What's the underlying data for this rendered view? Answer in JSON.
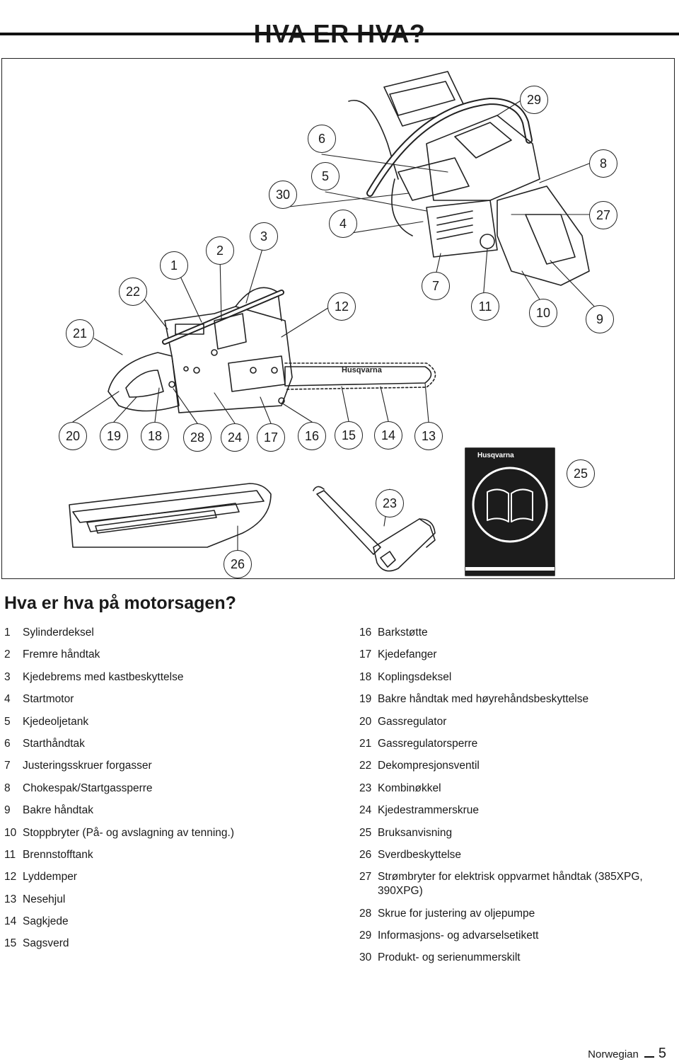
{
  "header": {
    "title": "HVA ER HVA?"
  },
  "figure": {
    "callouts": [
      {
        "id": "c29",
        "label": "29"
      },
      {
        "id": "c6",
        "label": "6"
      },
      {
        "id": "c8",
        "label": "8"
      },
      {
        "id": "c5",
        "label": "5"
      },
      {
        "id": "c30",
        "label": "30"
      },
      {
        "id": "c27",
        "label": "27"
      },
      {
        "id": "c4",
        "label": "4"
      },
      {
        "id": "c3",
        "label": "3"
      },
      {
        "id": "c2",
        "label": "2"
      },
      {
        "id": "c1",
        "label": "1"
      },
      {
        "id": "c22",
        "label": "22"
      },
      {
        "id": "c7",
        "label": "7"
      },
      {
        "id": "c12",
        "label": "12"
      },
      {
        "id": "c11",
        "label": "11"
      },
      {
        "id": "c10",
        "label": "10"
      },
      {
        "id": "c9",
        "label": "9"
      },
      {
        "id": "c21",
        "label": "21"
      },
      {
        "id": "c20",
        "label": "20"
      },
      {
        "id": "c19",
        "label": "19"
      },
      {
        "id": "c18",
        "label": "18"
      },
      {
        "id": "c28",
        "label": "28"
      },
      {
        "id": "c24",
        "label": "24"
      },
      {
        "id": "c17",
        "label": "17"
      },
      {
        "id": "c16",
        "label": "16"
      },
      {
        "id": "c15",
        "label": "15"
      },
      {
        "id": "c14",
        "label": "14"
      },
      {
        "id": "c13",
        "label": "13"
      },
      {
        "id": "c25",
        "label": "25"
      },
      {
        "id": "c23",
        "label": "23"
      },
      {
        "id": "c26",
        "label": "26"
      }
    ],
    "bar_brand": "Husqvarna",
    "manual_brand": "Husqvarna"
  },
  "section": {
    "heading": "Hva er hva på motorsagen?"
  },
  "parts_left": [
    {
      "num": "1",
      "label": "Sylinderdeksel"
    },
    {
      "num": "2",
      "label": "Fremre håndtak"
    },
    {
      "num": "3",
      "label": "Kjedebrems med kastbeskyttelse"
    },
    {
      "num": "4",
      "label": "Startmotor"
    },
    {
      "num": "5",
      "label": "Kjedeoljetank"
    },
    {
      "num": "6",
      "label": "Starthåndtak"
    },
    {
      "num": "7",
      "label": "Justeringsskruer forgasser"
    },
    {
      "num": "8",
      "label": "Chokespak/Startgassperre"
    },
    {
      "num": "9",
      "label": "Bakre håndtak"
    },
    {
      "num": "10",
      "label": "Stoppbryter (På- og avslagning av tenning.)"
    },
    {
      "num": "11",
      "label": "Brennstofftank"
    },
    {
      "num": "12",
      "label": "Lyddemper"
    },
    {
      "num": "13",
      "label": "Nesehjul"
    },
    {
      "num": "14",
      "label": "Sagkjede"
    },
    {
      "num": "15",
      "label": "Sagsverd"
    }
  ],
  "parts_right": [
    {
      "num": "16",
      "label": "Barkstøtte"
    },
    {
      "num": "17",
      "label": "Kjedefanger"
    },
    {
      "num": "18",
      "label": "Koplingsdeksel"
    },
    {
      "num": "19",
      "label": "Bakre håndtak med høyrehåndsbeskyttelse"
    },
    {
      "num": "20",
      "label": "Gassregulator"
    },
    {
      "num": "21",
      "label": "Gassregulatorsperre"
    },
    {
      "num": "22",
      "label": "Dekompresjonsventil"
    },
    {
      "num": "23",
      "label": "Kombinøkkel"
    },
    {
      "num": "24",
      "label": "Kjedestrammerskrue"
    },
    {
      "num": "25",
      "label": "Bruksanvisning"
    },
    {
      "num": "26",
      "label": "Sverdbeskyttelse"
    },
    {
      "num": "27",
      "label": "Strømbryter for elektrisk oppvarmet håndtak (385XPG, 390XPG)"
    },
    {
      "num": "28",
      "label": "Skrue for justering av oljepumpe"
    },
    {
      "num": "29",
      "label": "Informasjons- og advarselsetikett"
    },
    {
      "num": "30",
      "label": "Produkt- og serienummerskilt"
    }
  ],
  "footer": {
    "language": "Norwegian",
    "page_number": "5"
  }
}
